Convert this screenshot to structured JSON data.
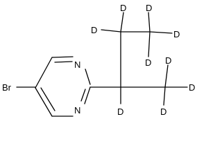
{
  "molecule": {
    "atoms": {
      "br": "Br",
      "n_top": "N",
      "n_bottom": "N",
      "d_upper_top": "D",
      "d_upper_left": "D",
      "d_methyl1_top": "D",
      "d_methyl1_right": "D",
      "d_methyl1_bottom": "D",
      "d_center": "D",
      "d_methyl2_top": "D",
      "d_methyl2_right": "D",
      "d_methyl2_bottom": "D"
    }
  }
}
